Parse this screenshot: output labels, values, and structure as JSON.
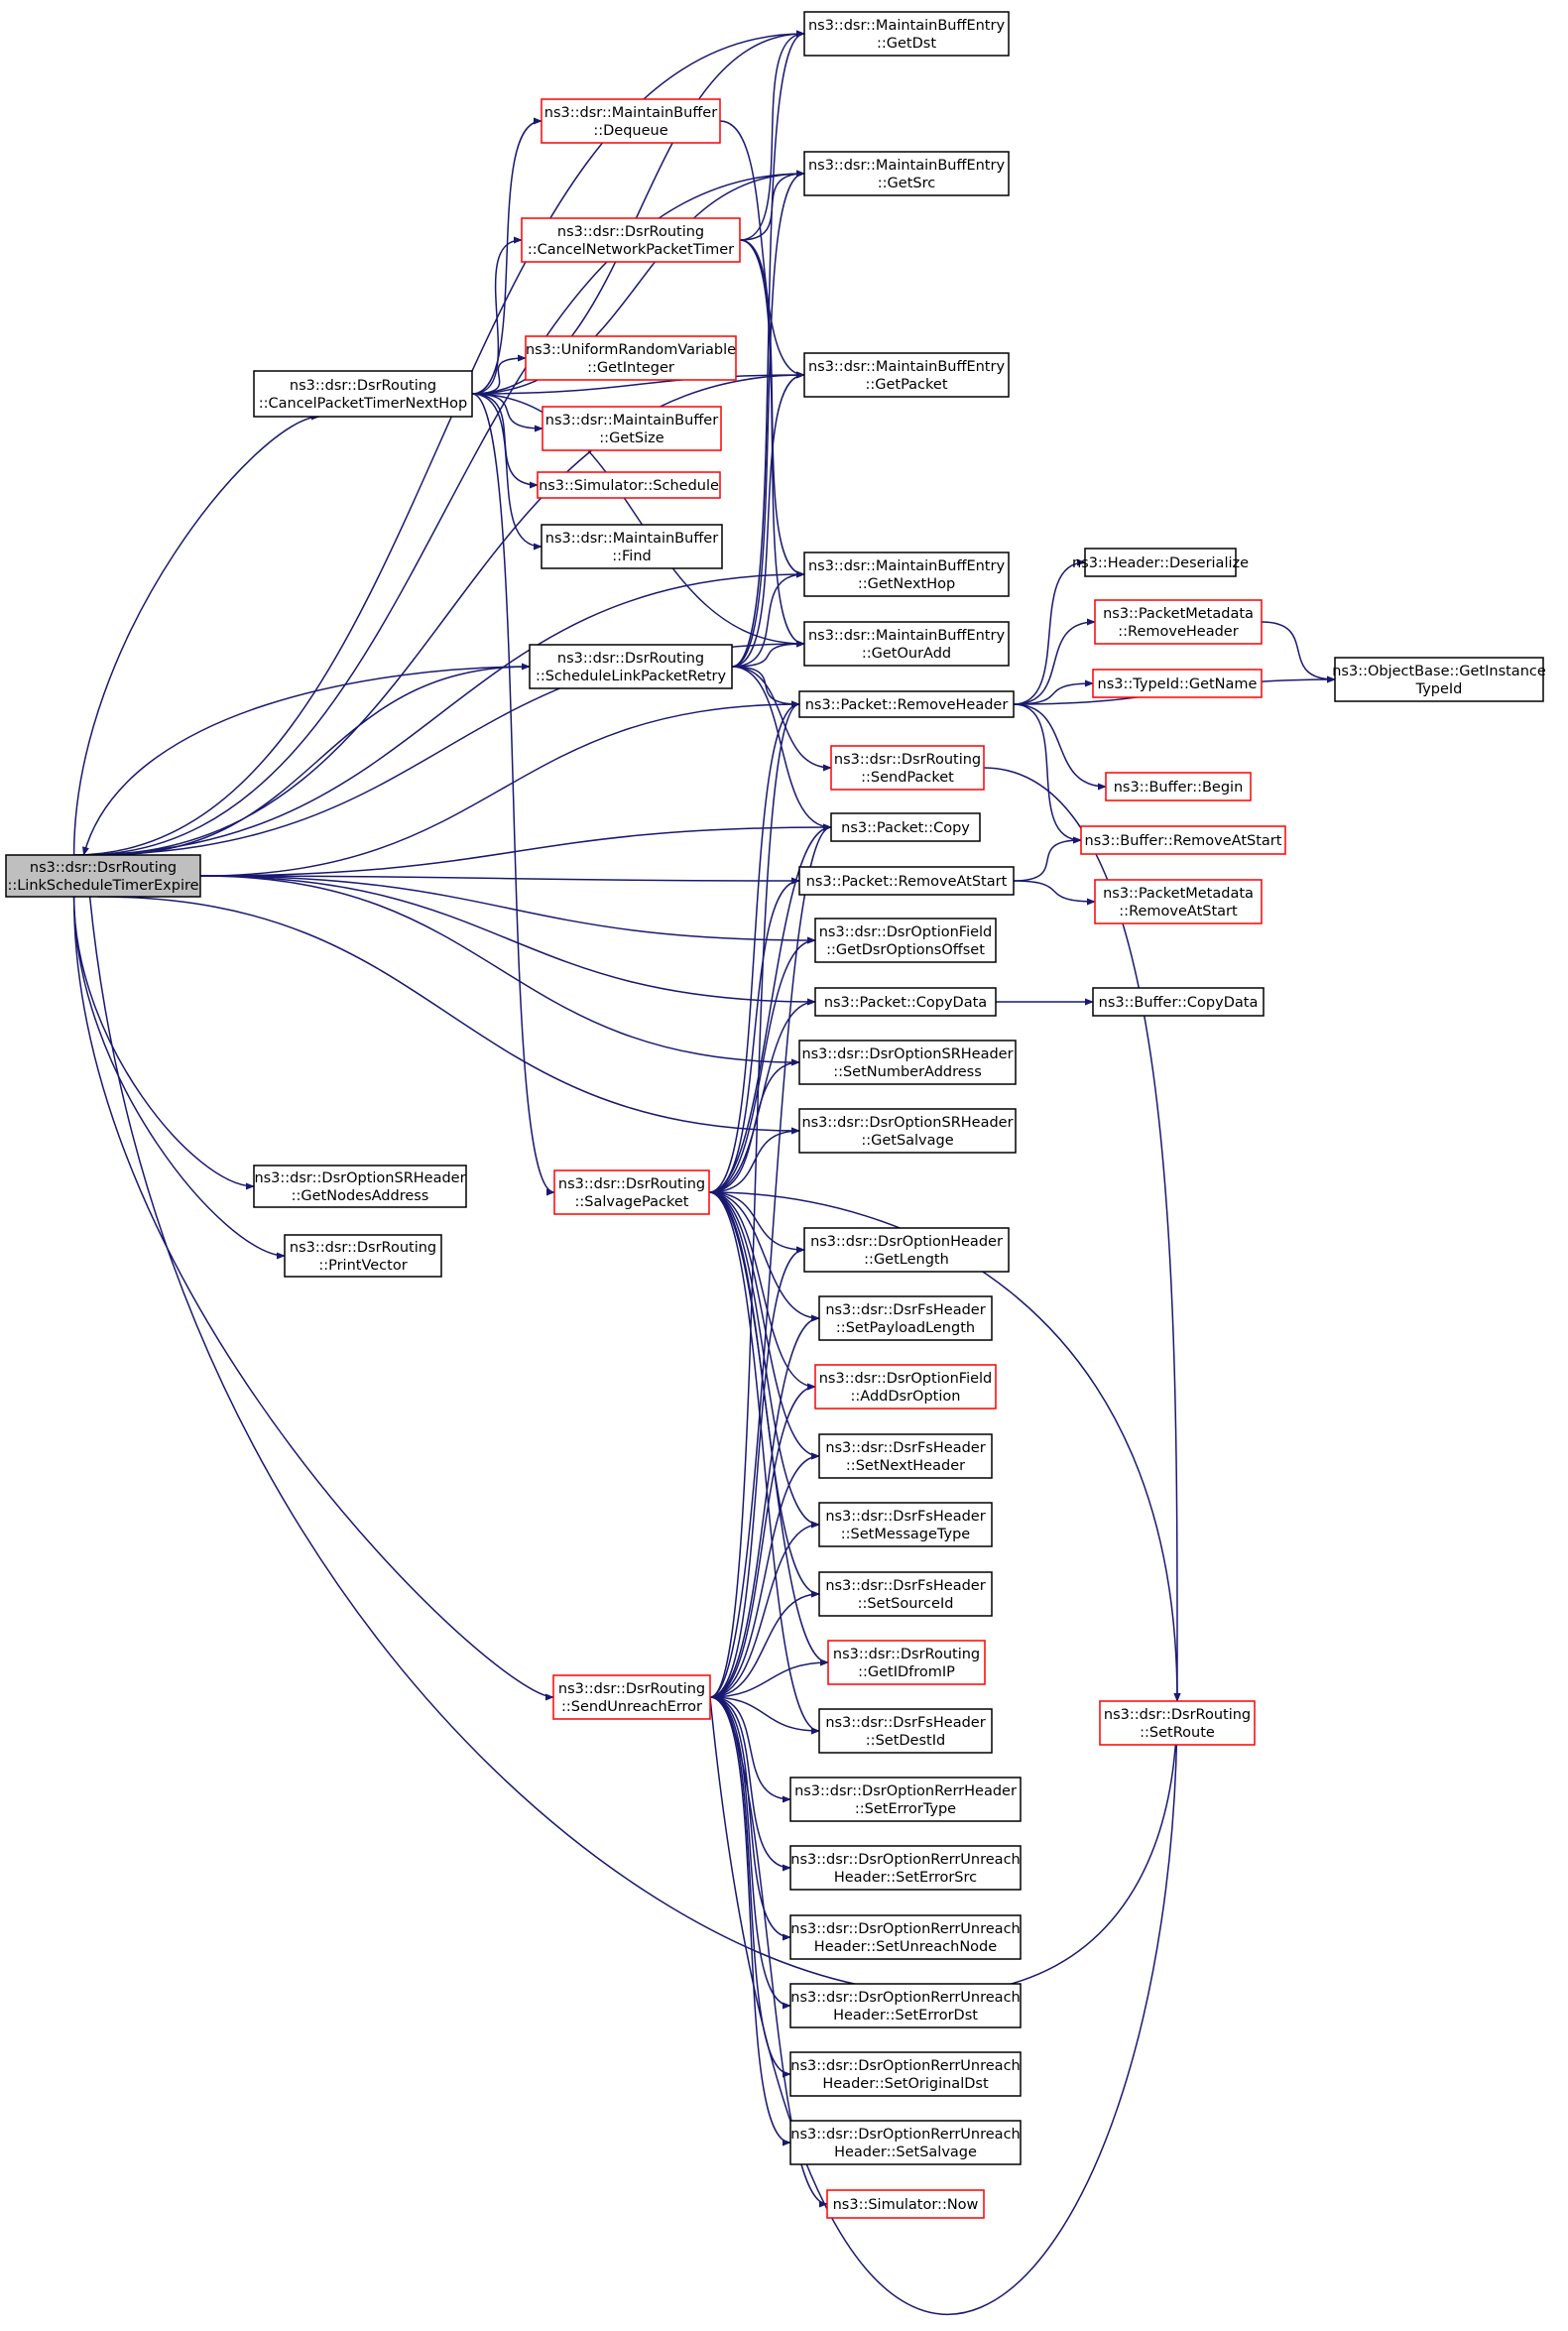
{
  "colors": {
    "edge": "#191970",
    "box_border_normal": "#000000",
    "box_border_truncated": "#ff0000",
    "box_fill": "#ffffff",
    "root_fill": "#bfbfbf"
  },
  "nodes": {
    "root": {
      "lines": [
        "ns3::dsr::DsrRouting",
        "::LinkScheduleTimerExpire"
      ],
      "style": "root"
    },
    "cpt": {
      "lines": [
        "ns3::dsr::DsrRouting",
        "::CancelPacketTimerNextHop"
      ],
      "style": "normal"
    },
    "gnodes": {
      "lines": [
        "ns3::dsr::DsrOptionSRHeader",
        "::GetNodesAddress"
      ],
      "style": "normal"
    },
    "pv": {
      "lines": [
        "ns3::dsr::DsrRouting",
        "::PrintVector"
      ],
      "style": "normal"
    },
    "mbdeq": {
      "lines": [
        "ns3::dsr::MaintainBuffer",
        "::Dequeue"
      ],
      "style": "red"
    },
    "cnpt": {
      "lines": [
        "ns3::dsr::DsrRouting",
        "::CancelNetworkPacketTimer"
      ],
      "style": "red"
    },
    "urv": {
      "lines": [
        "ns3::UniformRandomVariable",
        "::GetInteger"
      ],
      "style": "red"
    },
    "mbgs": {
      "lines": [
        "ns3::dsr::MaintainBuffer",
        "::GetSize"
      ],
      "style": "red"
    },
    "sched": {
      "lines": [
        "ns3::Simulator::Schedule"
      ],
      "style": "red"
    },
    "mbfind": {
      "lines": [
        "ns3::dsr::MaintainBuffer",
        "::Find"
      ],
      "style": "normal"
    },
    "slpr": {
      "lines": [
        "ns3::dsr::DsrRouting",
        "::ScheduleLinkPacketRetry"
      ],
      "style": "normal"
    },
    "salv": {
      "lines": [
        "ns3::dsr::DsrRouting",
        "::SalvagePacket"
      ],
      "style": "red"
    },
    "sue": {
      "lines": [
        "ns3::dsr::DsrRouting",
        "::SendUnreachError"
      ],
      "style": "red"
    },
    "gdst": {
      "lines": [
        "ns3::dsr::MaintainBuffEntry",
        "::GetDst"
      ],
      "style": "normal"
    },
    "gsrc": {
      "lines": [
        "ns3::dsr::MaintainBuffEntry",
        "::GetSrc"
      ],
      "style": "normal"
    },
    "gpkt": {
      "lines": [
        "ns3::dsr::MaintainBuffEntry",
        "::GetPacket"
      ],
      "style": "normal"
    },
    "gnh": {
      "lines": [
        "ns3::dsr::MaintainBuffEntry",
        "::GetNextHop"
      ],
      "style": "normal"
    },
    "goa": {
      "lines": [
        "ns3::dsr::MaintainBuffEntry",
        "::GetOurAdd"
      ],
      "style": "normal"
    },
    "prh": {
      "lines": [
        "ns3::Packet::RemoveHeader"
      ],
      "style": "normal"
    },
    "sendp": {
      "lines": [
        "ns3::dsr::DsrRouting",
        "::SendPacket"
      ],
      "style": "red"
    },
    "pcopy": {
      "lines": [
        "ns3::Packet::Copy"
      ],
      "style": "normal"
    },
    "pras": {
      "lines": [
        "ns3::Packet::RemoveAtStart"
      ],
      "style": "normal"
    },
    "gdoo": {
      "lines": [
        "ns3::dsr::DsrOptionField",
        "::GetDsrOptionsOffset"
      ],
      "style": "normal"
    },
    "pcd": {
      "lines": [
        "ns3::Packet::CopyData"
      ],
      "style": "normal"
    },
    "sna": {
      "lines": [
        "ns3::dsr::DsrOptionSRHeader",
        "::SetNumberAddress"
      ],
      "style": "normal"
    },
    "gsalv": {
      "lines": [
        "ns3::dsr::DsrOptionSRHeader",
        "::GetSalvage"
      ],
      "style": "normal"
    },
    "glen": {
      "lines": [
        "ns3::dsr::DsrOptionHeader",
        "::GetLength"
      ],
      "style": "normal"
    },
    "spl": {
      "lines": [
        "ns3::dsr::DsrFsHeader",
        "::SetPayloadLength"
      ],
      "style": "normal"
    },
    "ado": {
      "lines": [
        "ns3::dsr::DsrOptionField",
        "::AddDsrOption"
      ],
      "style": "red"
    },
    "snh": {
      "lines": [
        "ns3::dsr::DsrFsHeader",
        "::SetNextHeader"
      ],
      "style": "normal"
    },
    "smt": {
      "lines": [
        "ns3::dsr::DsrFsHeader",
        "::SetMessageType"
      ],
      "style": "normal"
    },
    "ssid": {
      "lines": [
        "ns3::dsr::DsrFsHeader",
        "::SetSourceId"
      ],
      "style": "normal"
    },
    "gidip": {
      "lines": [
        "ns3::dsr::DsrRouting",
        "::GetIDfromIP"
      ],
      "style": "red"
    },
    "sdid": {
      "lines": [
        "ns3::dsr::DsrFsHeader",
        "::SetDestId"
      ],
      "style": "normal"
    },
    "setype": {
      "lines": [
        "ns3::dsr::DsrOptionRerrHeader",
        "::SetErrorType"
      ],
      "style": "normal"
    },
    "sesrc": {
      "lines": [
        "ns3::dsr::DsrOptionRerrUnreach",
        "Header::SetErrorSrc"
      ],
      "style": "normal"
    },
    "sun": {
      "lines": [
        "ns3::dsr::DsrOptionRerrUnreach",
        "Header::SetUnreachNode"
      ],
      "style": "normal"
    },
    "sedst": {
      "lines": [
        "ns3::dsr::DsrOptionRerrUnreach",
        "Header::SetErrorDst"
      ],
      "style": "normal"
    },
    "sod": {
      "lines": [
        "ns3::dsr::DsrOptionRerrUnreach",
        "Header::SetOriginalDst"
      ],
      "style": "normal"
    },
    "ssalv": {
      "lines": [
        "ns3::dsr::DsrOptionRerrUnreach",
        "Header::SetSalvage"
      ],
      "style": "normal"
    },
    "snow": {
      "lines": [
        "ns3::Simulator::Now"
      ],
      "style": "red"
    },
    "setroute": {
      "lines": [
        "ns3::dsr::DsrRouting",
        "::SetRoute"
      ],
      "style": "red"
    },
    "hdeser": {
      "lines": [
        "ns3::Header::Deserialize"
      ],
      "style": "normal"
    },
    "pmrh": {
      "lines": [
        "ns3::PacketMetadata",
        "::RemoveHeader"
      ],
      "style": "red"
    },
    "tgn": {
      "lines": [
        "ns3::TypeId::GetName"
      ],
      "style": "red"
    },
    "bbeg": {
      "lines": [
        "ns3::Buffer::Begin"
      ],
      "style": "red"
    },
    "bras": {
      "lines": [
        "ns3::Buffer::RemoveAtStart"
      ],
      "style": "red"
    },
    "pmras": {
      "lines": [
        "ns3::PacketMetadata",
        "::RemoveAtStart"
      ],
      "style": "red"
    },
    "bcd": {
      "lines": [
        "ns3::Buffer::CopyData"
      ],
      "style": "normal"
    },
    "obgit": {
      "lines": [
        "ns3::ObjectBase::GetInstance",
        "TypeId"
      ],
      "style": "normal"
    }
  },
  "edges": [
    [
      "root",
      "gdst"
    ],
    [
      "root",
      "gsrc"
    ],
    [
      "root",
      "gpkt"
    ],
    [
      "root",
      "cpt"
    ],
    [
      "root",
      "slpr"
    ],
    [
      "root",
      "gnh"
    ],
    [
      "root",
      "goa"
    ],
    [
      "root",
      "prh"
    ],
    [
      "root",
      "pcopy"
    ],
    [
      "root",
      "pras"
    ],
    [
      "root",
      "gdoo"
    ],
    [
      "root",
      "pcd"
    ],
    [
      "root",
      "sna"
    ],
    [
      "root",
      "gsalv"
    ],
    [
      "root",
      "gnodes"
    ],
    [
      "root",
      "pv"
    ],
    [
      "root",
      "sue"
    ],
    [
      "root",
      "setroute"
    ],
    [
      "cpt",
      "gdst"
    ],
    [
      "cpt",
      "gsrc"
    ],
    [
      "cpt",
      "gpkt"
    ],
    [
      "cpt",
      "mbdeq"
    ],
    [
      "cpt",
      "cnpt"
    ],
    [
      "cpt",
      "urv"
    ],
    [
      "cpt",
      "mbgs"
    ],
    [
      "cpt",
      "sched"
    ],
    [
      "cpt",
      "mbfind"
    ],
    [
      "cpt",
      "salv"
    ],
    [
      "cpt",
      "goa"
    ],
    [
      "mbdeq",
      "gpkt"
    ],
    [
      "cnpt",
      "gdst"
    ],
    [
      "cnpt",
      "gsrc"
    ],
    [
      "cnpt",
      "gnh"
    ],
    [
      "cnpt",
      "goa"
    ],
    [
      "slpr",
      "gdst"
    ],
    [
      "slpr",
      "gsrc"
    ],
    [
      "slpr",
      "gpkt"
    ],
    [
      "slpr",
      "gnh"
    ],
    [
      "slpr",
      "goa"
    ],
    [
      "slpr",
      "root"
    ],
    [
      "slpr",
      "sendp"
    ],
    [
      "slpr",
      "pcopy"
    ],
    [
      "slpr",
      "prh"
    ],
    [
      "salv",
      "prh"
    ],
    [
      "salv",
      "pcopy"
    ],
    [
      "salv",
      "pras"
    ],
    [
      "salv",
      "gdoo"
    ],
    [
      "salv",
      "pcd"
    ],
    [
      "salv",
      "sna"
    ],
    [
      "salv",
      "gsalv"
    ],
    [
      "salv",
      "glen"
    ],
    [
      "salv",
      "spl"
    ],
    [
      "salv",
      "ado"
    ],
    [
      "salv",
      "snh"
    ],
    [
      "salv",
      "smt"
    ],
    [
      "salv",
      "ssid"
    ],
    [
      "salv",
      "gidip"
    ],
    [
      "salv",
      "sdid"
    ],
    [
      "salv",
      "setroute"
    ],
    [
      "sue",
      "prh"
    ],
    [
      "sue",
      "pcopy"
    ],
    [
      "sue",
      "glen"
    ],
    [
      "sue",
      "spl"
    ],
    [
      "sue",
      "ado"
    ],
    [
      "sue",
      "snh"
    ],
    [
      "sue",
      "smt"
    ],
    [
      "sue",
      "ssid"
    ],
    [
      "sue",
      "gidip"
    ],
    [
      "sue",
      "sdid"
    ],
    [
      "sue",
      "setype"
    ],
    [
      "sue",
      "sesrc"
    ],
    [
      "sue",
      "sun"
    ],
    [
      "sue",
      "sedst"
    ],
    [
      "sue",
      "sod"
    ],
    [
      "sue",
      "ssalv"
    ],
    [
      "sue",
      "snow"
    ],
    [
      "sue",
      "setroute"
    ],
    [
      "sendp",
      "setroute"
    ],
    [
      "prh",
      "hdeser"
    ],
    [
      "prh",
      "pmrh"
    ],
    [
      "prh",
      "tgn"
    ],
    [
      "prh",
      "obgit"
    ],
    [
      "prh",
      "bbeg"
    ],
    [
      "prh",
      "bras"
    ],
    [
      "pmrh",
      "obgit"
    ],
    [
      "pras",
      "bras"
    ],
    [
      "pras",
      "pmras"
    ],
    [
      "pcd",
      "bcd"
    ]
  ]
}
